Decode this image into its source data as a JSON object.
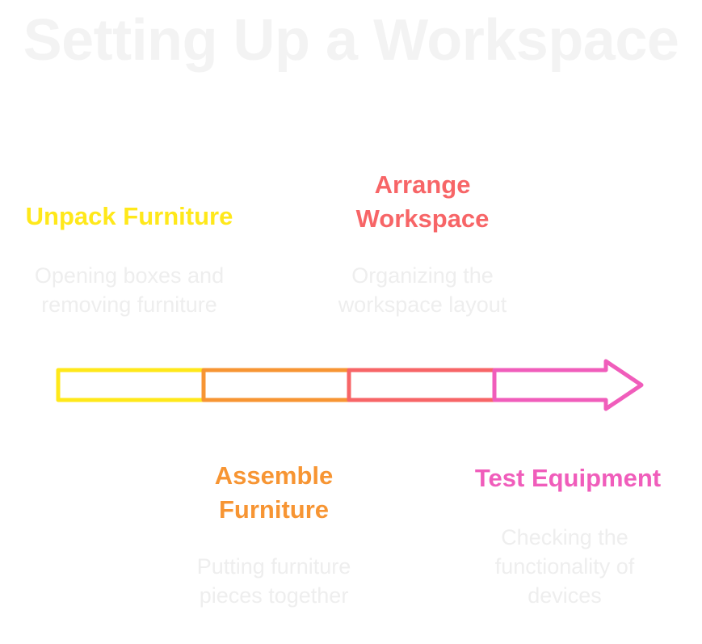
{
  "title": "Setting Up a Workspace",
  "steps": [
    {
      "title": "Unpack Furniture",
      "description": "Opening boxes and removing furniture",
      "color": "#ffe81a"
    },
    {
      "title": "Assemble Furniture",
      "description": "Putting furniture pieces together",
      "color": "#f79533"
    },
    {
      "title": "Arrange Workspace",
      "description": "Organizing the workspace layout",
      "color": "#f76567"
    },
    {
      "title": "Test Equipment",
      "description": "Checking the functionality of devices",
      "color": "#f05dbb"
    }
  ]
}
